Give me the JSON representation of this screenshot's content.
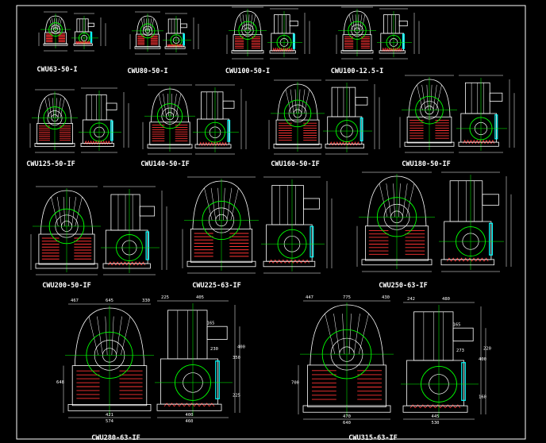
{
  "drawings": [
    {
      "label": "CWU63-50-I",
      "dims": []
    },
    {
      "label": "CWU80-50-I",
      "dims": []
    },
    {
      "label": "CWU100-50-I",
      "dims": []
    },
    {
      "label": "CWU100-12.5-I",
      "dims": []
    },
    {
      "label": "CWU125-50-IF",
      "dims": []
    },
    {
      "label": "CWU140-50-IF",
      "dims": []
    },
    {
      "label": "CWU160-50-IF",
      "dims": []
    },
    {
      "label": "CWU180-50-IF",
      "dims": []
    },
    {
      "label": "CWU200-50-IF",
      "dims": []
    },
    {
      "label": "CWU225-63-IF",
      "dims": []
    },
    {
      "label": "CWU250-63-IF",
      "dims": []
    },
    {
      "label": "CWU280-63-IF",
      "dims": [
        "467",
        "645",
        "330",
        "225",
        "405",
        "165",
        "421",
        "574",
        "400",
        "460",
        "648",
        "350",
        "400",
        "230",
        "225"
      ]
    },
    {
      "label": "CWU315-63-IF",
      "dims": [
        "447",
        "775",
        "430",
        "242",
        "480",
        "165",
        "470",
        "640",
        "445",
        "530",
        "700",
        "400",
        "220",
        "273",
        "160"
      ]
    }
  ],
  "colors": {
    "background": "#000000",
    "outline": "#ffffff",
    "detail": "#ff3333",
    "center": "#00ff00",
    "shaft": "#00ffff",
    "border": "#ffffff"
  }
}
